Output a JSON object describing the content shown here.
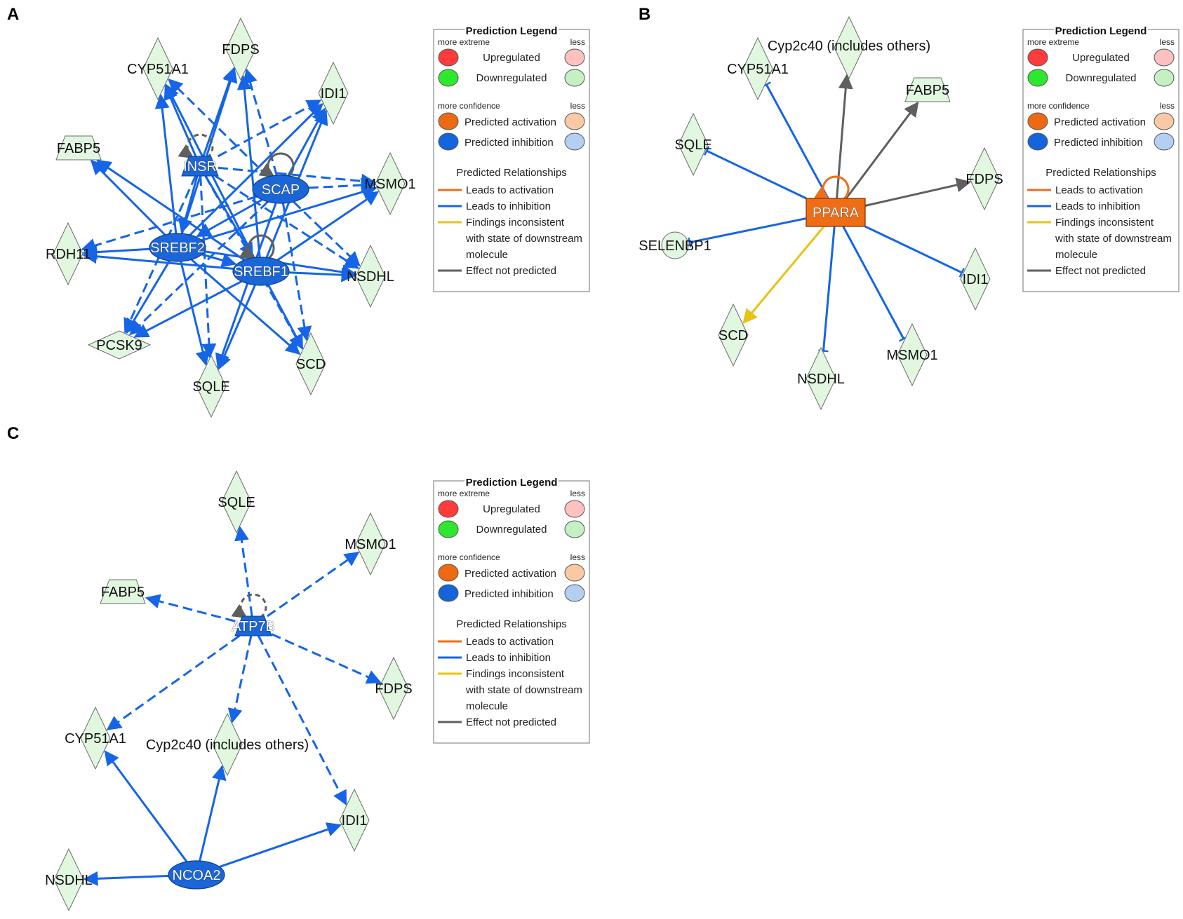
{
  "colors": {
    "blue": "#1565e6",
    "node_fill": "#e2f7e0",
    "node_stroke": "#6b6b6b",
    "hub_blue": "#1a66d9",
    "hub_orange": "#ef6d14",
    "gray": "#5f5f5f",
    "yellow": "#e6c315",
    "up_strong": "#ff3b3b",
    "up_weak": "#ffc0c0",
    "down_strong": "#2ee82e",
    "down_weak": "#c4f0c4",
    "act_strong": "#ee6a12",
    "act_weak": "#f8c9a4",
    "inh_strong": "#1464dc",
    "inh_weak": "#b4cff2"
  },
  "legend": {
    "title": "Prediction Legend",
    "more_extreme": "more extreme",
    "less": "less",
    "upregulated": "Upregulated",
    "downregulated": "Downregulated",
    "more_confidence": "more confidence",
    "predicted_activation": "Predicted activation",
    "predicted_inhibition": "Predicted inhibition",
    "relationships_title": "Predicted Relationships",
    "leads_to_activation": "Leads to activation",
    "leads_to_inhibition": "Leads to inhibition",
    "inconsistent_line1": "Findings inconsistent",
    "inconsistent_line2": "with state of downstream",
    "inconsistent_line3": "molecule",
    "effect_not_predicted": "Effect not predicted"
  },
  "panels": [
    {
      "letter": "A",
      "nodes": [
        {
          "id": "FDPS",
          "label": "FDPS",
          "shape": "diamond"
        },
        {
          "id": "CYP51A1",
          "label": "CYP51A1",
          "shape": "diamond"
        },
        {
          "id": "IDI1",
          "label": "IDI1",
          "shape": "diamond"
        },
        {
          "id": "FABP5",
          "label": "FABP5",
          "shape": "trapezoid"
        },
        {
          "id": "INSR",
          "label": "INSR",
          "shape": "hub-rect"
        },
        {
          "id": "SCAP",
          "label": "SCAP",
          "shape": "hub-ellipse"
        },
        {
          "id": "MSMO1",
          "label": "MSMO1",
          "shape": "diamond"
        },
        {
          "id": "RDH11",
          "label": "RDH11",
          "shape": "diamond"
        },
        {
          "id": "SREBF2",
          "label": "SREBF2",
          "shape": "hub-ellipse"
        },
        {
          "id": "SREBF1",
          "label": "SREBF1",
          "shape": "hub-ellipse"
        },
        {
          "id": "NSDHL",
          "label": "NSDHL",
          "shape": "diamond"
        },
        {
          "id": "PCSK9",
          "label": "PCSK9",
          "shape": "flat-diamond"
        },
        {
          "id": "SQLE",
          "label": "SQLE",
          "shape": "diamond"
        },
        {
          "id": "SCD",
          "label": "SCD",
          "shape": "diamond"
        }
      ]
    },
    {
      "letter": "B",
      "nodes": [
        {
          "id": "Cyp2c40",
          "label": "Cyp2c40 (includes others)",
          "shape": "diamond"
        },
        {
          "id": "CYP51A1",
          "label": "CYP51A1",
          "shape": "diamond"
        },
        {
          "id": "FABP5",
          "label": "FABP5",
          "shape": "trapezoid"
        },
        {
          "id": "SQLE",
          "label": "SQLE",
          "shape": "diamond"
        },
        {
          "id": "FDPS",
          "label": "FDPS",
          "shape": "diamond"
        },
        {
          "id": "PPARA",
          "label": "PPARA",
          "shape": "hub-rect-orange"
        },
        {
          "id": "SELENBP1",
          "label": "SELENBP1",
          "shape": "circle"
        },
        {
          "id": "IDI1",
          "label": "IDI1",
          "shape": "diamond"
        },
        {
          "id": "SCD",
          "label": "SCD",
          "shape": "diamond"
        },
        {
          "id": "MSMO1",
          "label": "MSMO1",
          "shape": "diamond"
        },
        {
          "id": "NSDHL",
          "label": "NSDHL",
          "shape": "diamond"
        }
      ]
    },
    {
      "letter": "C",
      "nodes": [
        {
          "id": "SQLE",
          "label": "SQLE",
          "shape": "diamond"
        },
        {
          "id": "MSMO1",
          "label": "MSMO1",
          "shape": "diamond"
        },
        {
          "id": "FABP5",
          "label": "FABP5",
          "shape": "trapezoid"
        },
        {
          "id": "ATP7B",
          "label": "ATP7B",
          "shape": "hub-rect"
        },
        {
          "id": "FDPS",
          "label": "FDPS",
          "shape": "diamond"
        },
        {
          "id": "CYP51A1",
          "label": "CYP51A1",
          "shape": "diamond"
        },
        {
          "id": "Cyp2c40",
          "label": "Cyp2c40 (includes others)",
          "shape": "diamond"
        },
        {
          "id": "IDI1",
          "label": "IDI1",
          "shape": "diamond"
        },
        {
          "id": "NSDHL",
          "label": "NSDHL",
          "shape": "diamond"
        },
        {
          "id": "NCOA2",
          "label": "NCOA2",
          "shape": "hub-ellipse"
        }
      ]
    }
  ]
}
